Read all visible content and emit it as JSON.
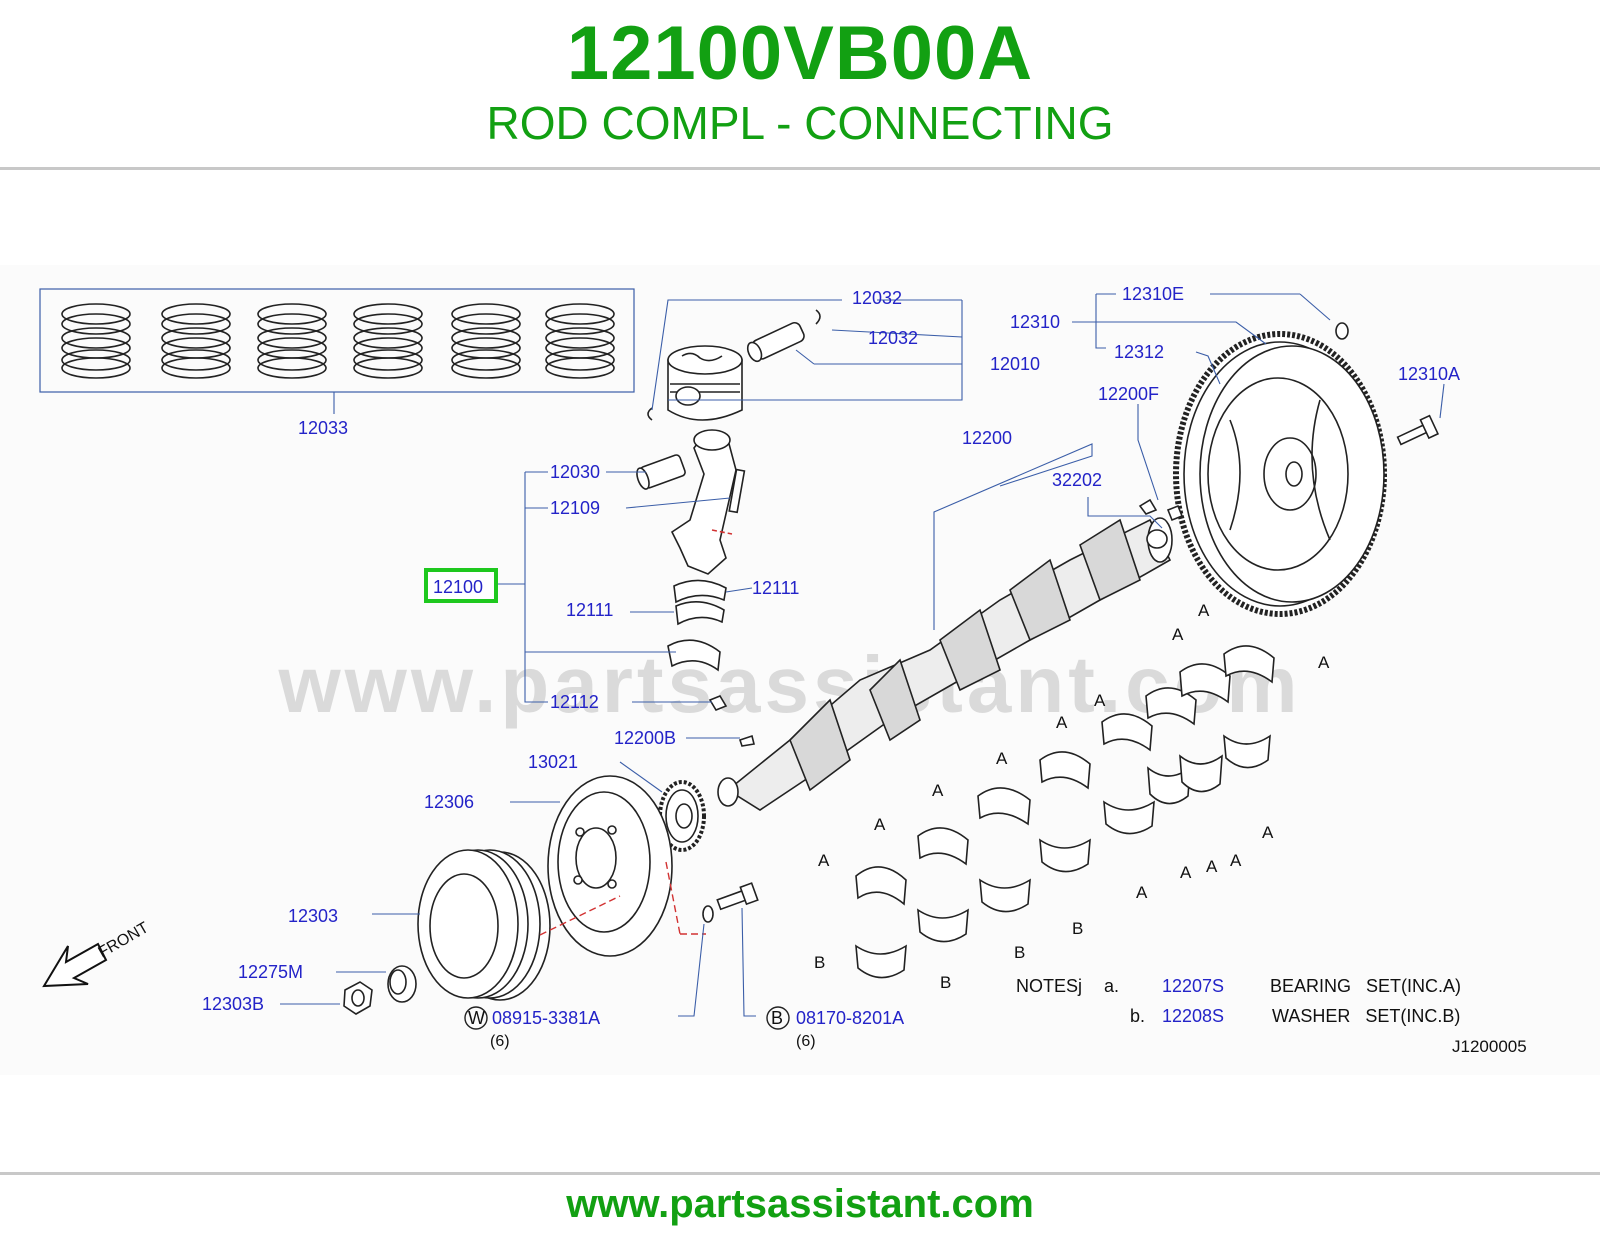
{
  "header": {
    "part_number": "12100VB00A",
    "part_name": "ROD COMPL - CONNECTING"
  },
  "watermark": "www.partsassistant.com",
  "footer": {
    "url": "www.partsassistant.com"
  },
  "colors": {
    "brand_green": "#12a012",
    "callout_blue": "#2323c8",
    "highlight_green": "#1ec81e",
    "leader_blue": "#3b5ea8",
    "dash_red": "#d23232"
  },
  "callouts": {
    "c12033": "12033",
    "c12032a": "12032",
    "c12032b": "12032",
    "c12010": "12010",
    "c12030": "12030",
    "c12109": "12109",
    "c12100": "12100",
    "c12111a": "12111",
    "c12111b": "12111",
    "c12112": "12112",
    "c12200B": "12200B",
    "c13021": "13021",
    "c12306": "12306",
    "c12303": "12303",
    "c12275M": "12275M",
    "c12303B": "12303B",
    "c12310E": "12310E",
    "c12310": "12310",
    "c12312": "12312",
    "c12310A": "12310A",
    "c12200F": "12200F",
    "c12200": "12200",
    "c32202": "32202",
    "w_part": "08915-3381A",
    "b_part": "08170-8201A"
  },
  "symbols": {
    "w": "W",
    "b": "B",
    "qty_w": "(6)",
    "qty_b": "(6)"
  },
  "front_label": "FRONT",
  "bearing_letters": [
    "A",
    "A",
    "A",
    "A",
    "A",
    "A",
    "A",
    "A",
    "A",
    "A",
    "A",
    "A",
    "A",
    "A",
    "B",
    "B",
    "B",
    "B"
  ],
  "notes": {
    "prefix": "NOTESj",
    "a_letter": "a.",
    "a_part": "12207S",
    "a_desc": "BEARING   SET(INC.A)",
    "b_letter": "b.",
    "b_part": "12208S",
    "b_desc": "WASHER   SET(INC.B)"
  },
  "drawing_id": "J1200005"
}
